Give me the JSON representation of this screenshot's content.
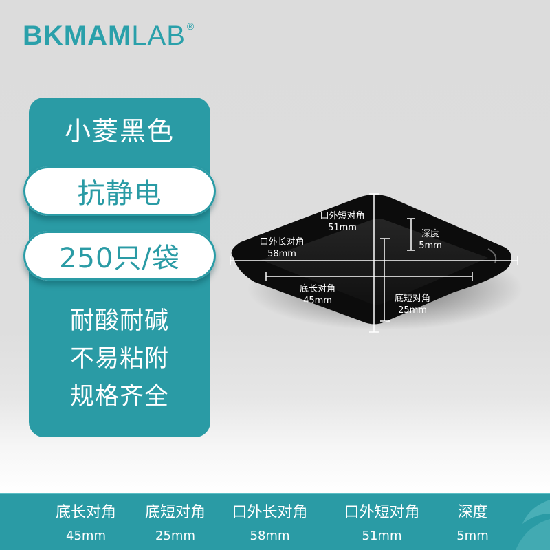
{
  "brand": {
    "logo_main": "BKMAM",
    "logo_sub": "LAB",
    "registered": "®"
  },
  "feature_card": {
    "title": "小菱黑色",
    "badges": [
      "抗静电",
      "250只/袋"
    ],
    "features": [
      "耐酸耐碱",
      "不易粘附",
      "规格齐全"
    ]
  },
  "product_diagram": {
    "outer_short_diagonal": {
      "label": "口外短对角",
      "value": "51mm"
    },
    "outer_long_diagonal": {
      "label": "口外长对角",
      "value": "58mm"
    },
    "depth": {
      "label": "深度",
      "value": "5mm"
    },
    "bottom_long_diagonal": {
      "label": "底长对角",
      "value": "45mm"
    },
    "bottom_short_diagonal": {
      "label": "底短对角",
      "value": "25mm"
    }
  },
  "spec_bar": {
    "items": [
      {
        "label": "底长对角",
        "value": "45mm"
      },
      {
        "label": "底短对角",
        "value": "25mm"
      },
      {
        "label": "口外长对角",
        "value": "58mm"
      },
      {
        "label": "口外短对角",
        "value": "51mm"
      },
      {
        "label": "深度",
        "value": "5mm"
      }
    ]
  },
  "colors": {
    "brand_teal": "#2a9ba5",
    "product_black": "#0e0e0e"
  }
}
